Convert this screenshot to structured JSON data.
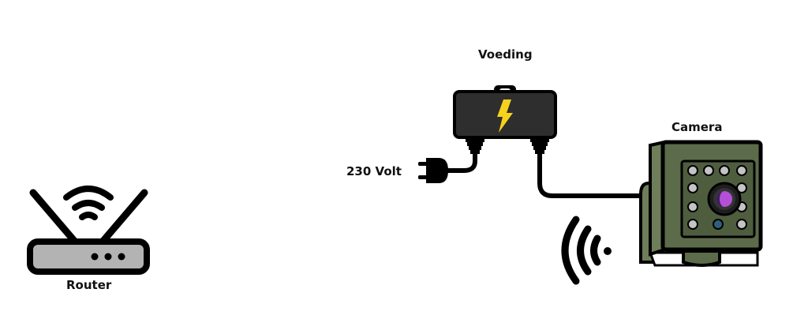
{
  "diagram": {
    "nodes": {
      "router": {
        "label": "Router",
        "icon": "router-icon"
      },
      "power_supply": {
        "label": "Voeding",
        "icon": "power-supply-icon",
        "symbol": "lightning-bolt-icon"
      },
      "mains": {
        "label": "230 Volt",
        "icon": "power-plug-icon"
      },
      "camera": {
        "label": "Camera",
        "icon": "camera-icon"
      },
      "wifi_signal": {
        "icon": "wifi-signal-icon"
      }
    },
    "connections": [
      {
        "from": "mains",
        "to": "power_supply",
        "type": "cable"
      },
      {
        "from": "power_supply",
        "to": "camera",
        "type": "cable"
      },
      {
        "from": "camera",
        "to": "router",
        "type": "wireless"
      }
    ],
    "colors": {
      "outline": "#000000",
      "router_body": "#b3b3b3",
      "power_box": "#2e2e2e",
      "bolt": "#f5d21c",
      "camera_body": "#5c6b4a",
      "camera_side": "#6f7e5a",
      "led": "#c4c4c4",
      "ir_led": "#2f5f7a",
      "lens": "#b450d8"
    }
  }
}
